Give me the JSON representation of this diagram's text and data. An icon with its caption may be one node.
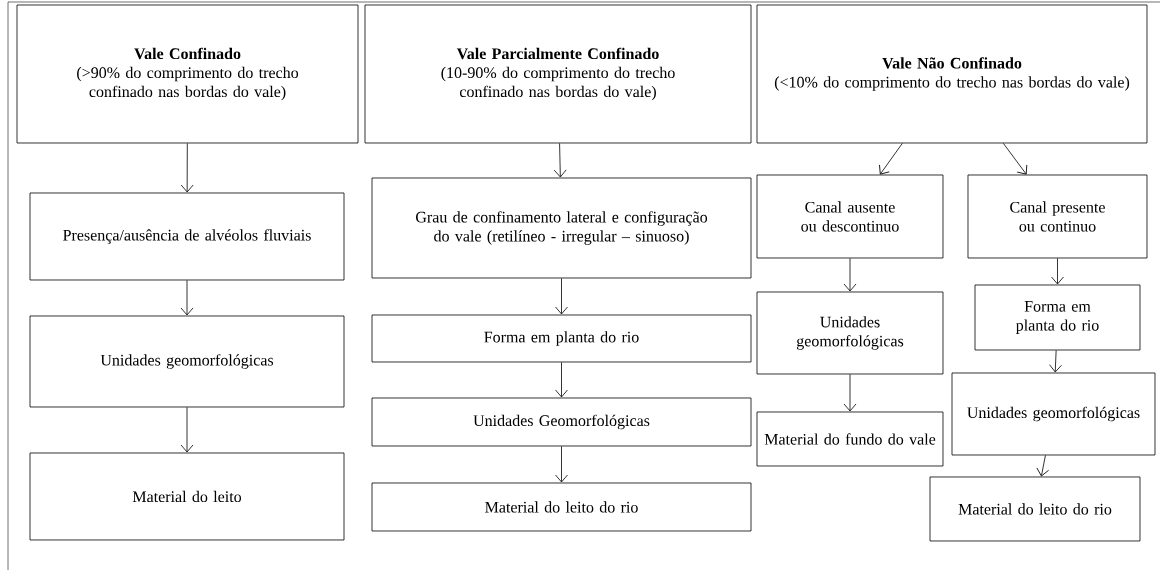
{
  "diagram": {
    "nodes": [
      {
        "text": [
          "Vale Confinado",
          "(>90% do comprimento do trecho confinado nas bordas do vale)"
        ]
      },
      {
        "text": [
          "Presença/ausência de alvéolos fluviais"
        ]
      },
      {
        "text": [
          "Unidades geomorfológicas"
        ]
      },
      {
        "text": [
          "Material do leito"
        ]
      },
      {
        "text": [
          "Vale Parcialmente Confinado",
          "(10-90% do comprimento do trecho confinado nas bordas do vale)"
        ]
      },
      {
        "text": [
          "Grau de confinamento lateral e configuração do vale (retilíneo - irregular – sinuoso)"
        ]
      },
      {
        "text": [
          "Forma em planta do rio"
        ]
      },
      {
        "text": [
          "Unidades Geomorfológicas"
        ]
      },
      {
        "text": [
          "Material do leito do rio"
        ]
      },
      {
        "text": [
          "Vale Não Confinado",
          "(<10% do comprimento do trecho nas bordas do vale)"
        ]
      },
      {
        "text": [
          "Canal ausente ou descontinuo"
        ]
      },
      {
        "text": [
          "Canal presente ou continuo"
        ]
      },
      {
        "text": [
          "Unidades geomorfológicas"
        ]
      },
      {
        "text": [
          "Material do fundo do vale"
        ]
      },
      {
        "text": [
          "Forma em planta do rio"
        ]
      },
      {
        "text": [
          "Unidades geomorfológicas"
        ]
      },
      {
        "text": [
          "Material do leito do rio"
        ]
      }
    ],
    "edges": [
      {
        "from": 0,
        "to": 1,
        "arrow": "to"
      },
      {
        "from": 1,
        "to": 2,
        "arrow": "to"
      },
      {
        "from": 2,
        "to": 3,
        "arrow": "to"
      },
      {
        "from": 4,
        "to": 5,
        "arrow": "to"
      },
      {
        "from": 5,
        "to": 6,
        "arrow": "to"
      },
      {
        "from": 6,
        "to": 7,
        "arrow": "to"
      },
      {
        "from": 7,
        "to": 8,
        "arrow": "to"
      },
      {
        "from": 9,
        "to": 10,
        "arrow": "to"
      },
      {
        "from": 9,
        "to": 11,
        "arrow": "to"
      },
      {
        "from": 10,
        "to": 12,
        "arrow": "to"
      },
      {
        "from": 12,
        "to": 13,
        "arrow": "to"
      },
      {
        "from": 11,
        "to": 14,
        "arrow": "to"
      },
      {
        "from": 14,
        "to": 15,
        "arrow": "to"
      },
      {
        "from": 15,
        "to": 16,
        "arrow": "to"
      }
    ]
  }
}
